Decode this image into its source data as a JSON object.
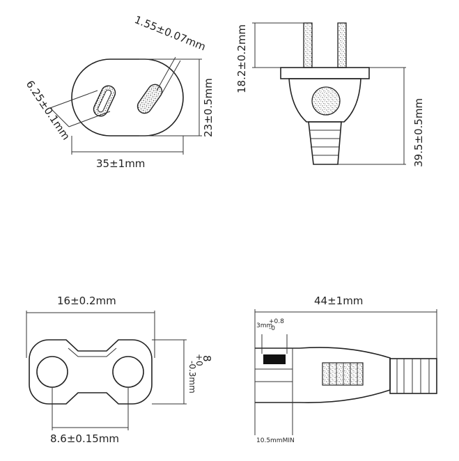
{
  "views": {
    "plug_face": {
      "pin_diameter": "1.55±0.07mm",
      "pin_spacing": "6.25±0.1mm",
      "width": "35±1mm",
      "height": "23±0.5mm"
    },
    "plug_side": {
      "pin_length": "18.2±0.2mm",
      "body_length": "39.5±0.5mm"
    },
    "socket_face": {
      "width": "16±0.2mm",
      "hole_spacing": "8.6±0.15mm",
      "height_main": "8",
      "height_tol_plus": "+0",
      "height_tol_minus": "-0.3mm"
    },
    "socket_side": {
      "length": "44±1mm",
      "insert_depth": "3mm",
      "insert_tol_plus": "+0.8",
      "insert_tol_minus": "-0",
      "min_length": "10.5mmMIN"
    }
  }
}
